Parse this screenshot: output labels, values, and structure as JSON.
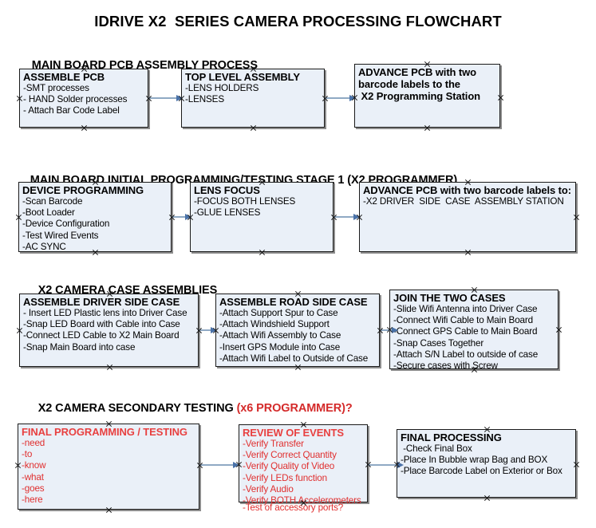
{
  "title": "IDRIVE X2  SERIES CAMERA PROCESSING FLOWCHART",
  "colors": {
    "box_fill": "#eaf0f8",
    "box_border": "#1a1a1a",
    "connector": "#8fa9c4",
    "arrow_head": "#4a72a8",
    "red_text": "#e03030",
    "heading_red": "#d42a2a"
  },
  "sections": [
    {
      "id": "main-board-pcb-assembly",
      "heading": "MAIN BOARD PCB ASSEMBLY PROCESS",
      "heading_red": "",
      "nodes": [
        {
          "id": "assemble-pcb",
          "title": "ASSEMBLE PCB",
          "lines": [
            "-SMT processes",
            "- HAND Solder processes",
            "- Attach Bar Code Label"
          ]
        },
        {
          "id": "top-level-assembly",
          "title": "TOP LEVEL ASSEMBLY",
          "lines": [
            "-LENS HOLDERS",
            "-LENSES"
          ]
        },
        {
          "id": "advance-pcb-to-x2-programming-station",
          "title": "ADVANCE PCB with two",
          "lines": [
            "barcode labels to the",
            " X2 Programming Station"
          ],
          "all_bold": true
        }
      ]
    },
    {
      "id": "main-board-initial-programming",
      "heading": "MAIN BOARD INITIAL PROGRAMMING/TESTING STAGE 1 (X2 PROGRAMMER)",
      "heading_red": "",
      "nodes": [
        {
          "id": "device-programming",
          "title": "DEVICE PROGRAMMING",
          "lines": [
            "-Scan Barcode",
            "-Boot Loader",
            "-Device Configuration",
            "-Test Wired Events",
            "-AC SYNC"
          ]
        },
        {
          "id": "lens-focus",
          "title": "LENS FOCUS",
          "lines": [
            "-FOCUS BOTH LENSES",
            "-GLUE LENSES"
          ]
        },
        {
          "id": "advance-pcb-to-driver-side-case-assembly",
          "title": "ADVANCE PCB with two barcode labels to:",
          "lines": [
            "-X2 DRIVER  SIDE  CASE  ASSEMBLY STATION"
          ]
        }
      ]
    },
    {
      "id": "x2-camera-case-assemblies",
      "heading": "X2 CAMERA CASE ASSEMBLIES",
      "heading_red": "",
      "nodes": [
        {
          "id": "assemble-driver-side-case",
          "title": "ASSEMBLE DRIVER SIDE CASE",
          "lines": [
            "- Insert LED Plastic lens into Driver Case",
            "-Snap LED Board with Cable into Case",
            "-Connect LED Cable to X2 Main Board",
            "-Snap Main Board into case"
          ]
        },
        {
          "id": "assemble-road-side-case",
          "title": "ASSEMBLE ROAD SIDE CASE",
          "lines": [
            "-Attach Support Spur to Case",
            "-Attach Windshield Support",
            "-Attach Wifi Assembly to Case",
            "-Insert GPS Module into Case",
            "-Attach Wifi Label to Outside of Case"
          ]
        },
        {
          "id": "join-the-two-cases",
          "title": "JOIN THE TWO CASES",
          "lines": [
            "-Slide Wifi Antenna into Driver Case",
            "-Connect Wifi Cable to Main Board",
            "-Connect GPS Cable to Main Board",
            "-Snap Cases Together",
            "-Attach S/N Label to outside of case",
            "-Secure cases with Screw"
          ]
        }
      ]
    },
    {
      "id": "x2-camera-secondary-testing",
      "heading": "X2 CAMERA SECONDARY TESTING ",
      "heading_red": "(x6 PROGRAMMER)?",
      "nodes": [
        {
          "id": "final-programming-testing",
          "title": "FINAL PROGRAMMING / TESTING",
          "lines": [
            "-need",
            "-to",
            "-know",
            "-what",
            "-goes",
            "-here"
          ],
          "red": true
        },
        {
          "id": "review-of-events",
          "title": "REVIEW OF EVENTS",
          "lines": [
            "-Verify Transfer",
            "-Verify Correct Quantity",
            "-Verify Quality of Video",
            "-Verify LEDs function",
            "-Verify Audio",
            "-Verify BOTH Accelerometers"
          ],
          "overflow_line": "-Test of accessory ports?",
          "red": true
        },
        {
          "id": "final-processing",
          "title": "FINAL PROCESSING",
          "lines": [
            " -Check Final Box",
            "-Place In Bubble wrap Bag and BOX",
            "-Place Barcode Label on Exterior or Box"
          ]
        }
      ]
    }
  ]
}
